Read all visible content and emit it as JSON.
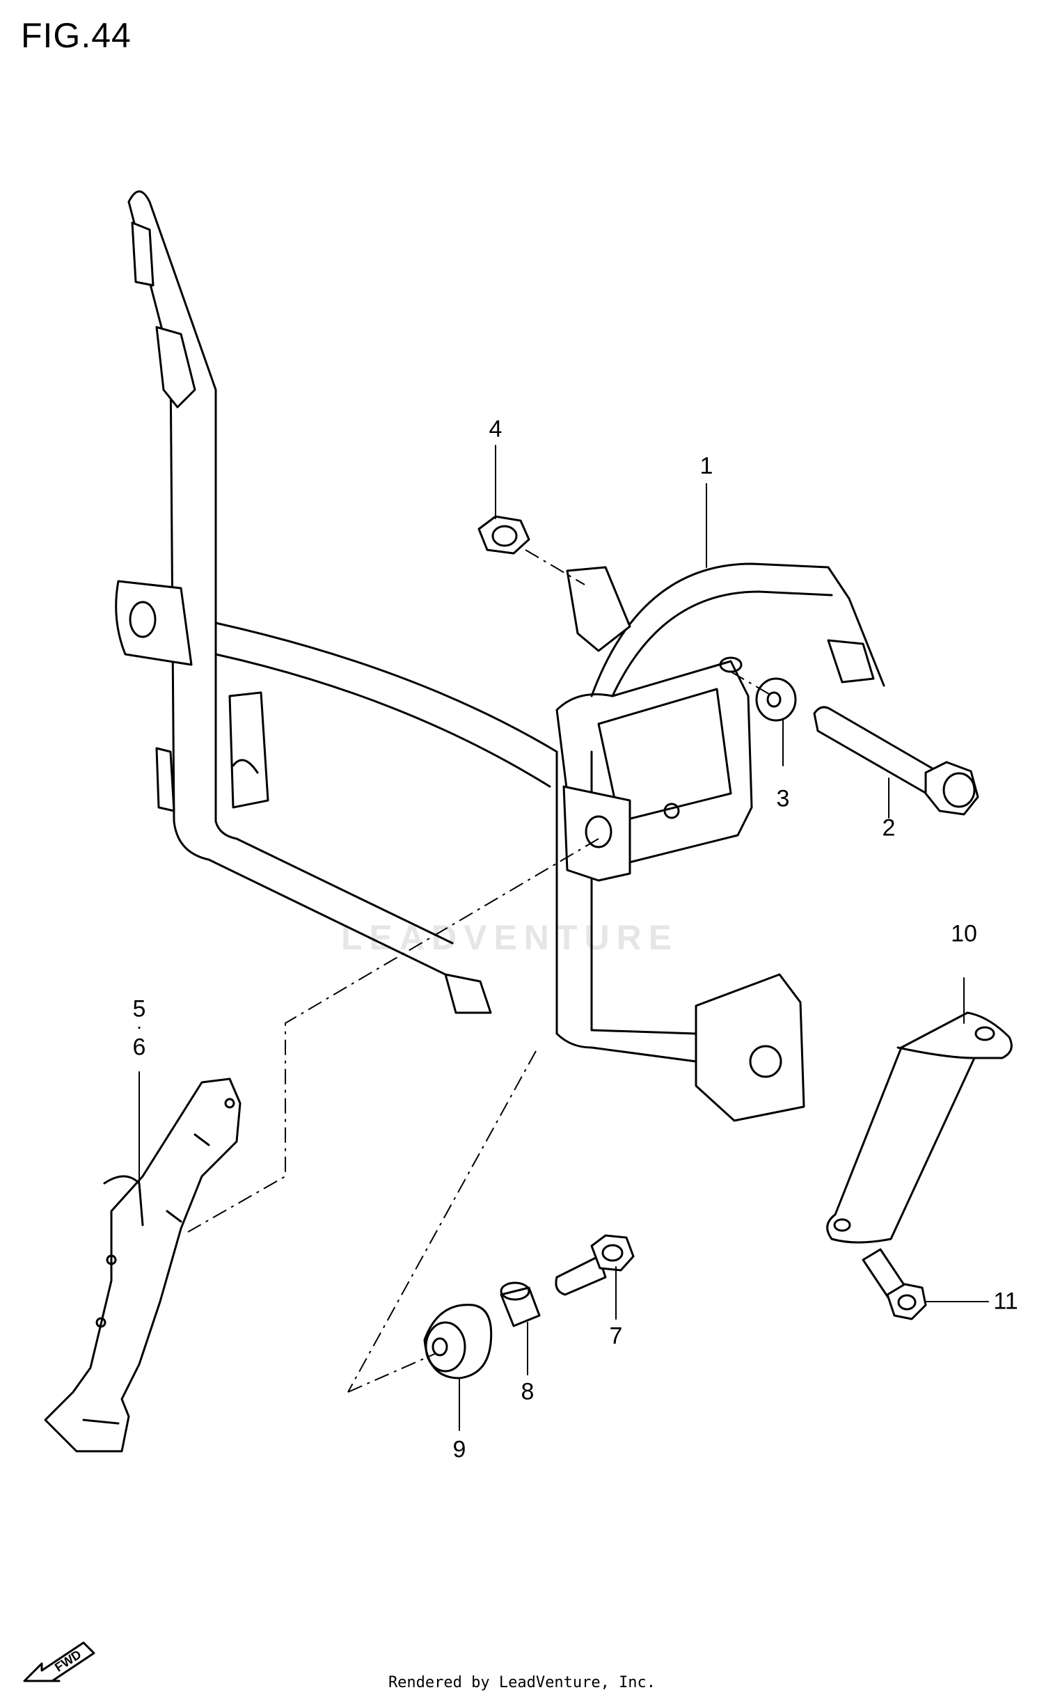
{
  "figure": {
    "title": "FIG.44"
  },
  "callouts": {
    "p1": "1",
    "p2": "2",
    "p3": "3",
    "p4": "4",
    "p5_6": "5·6",
    "p5": "5",
    "p6": "6",
    "p7": "7",
    "p8": "8",
    "p9": "9",
    "p10": "10",
    "p11": "11"
  },
  "watermark": "LEADVENTURE",
  "footer": "Rendered by LeadVenture, Inc.",
  "fwd_label": "FWD"
}
